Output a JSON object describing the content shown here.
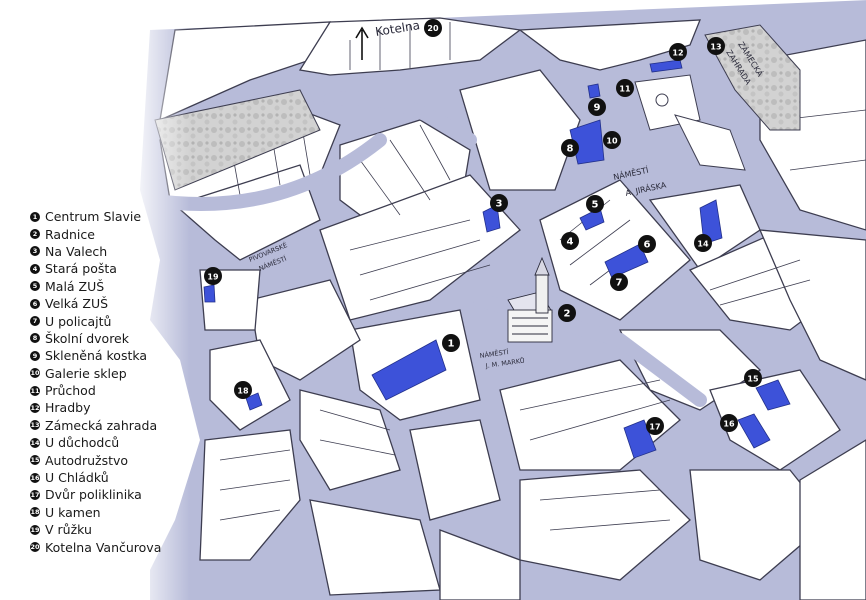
{
  "colors": {
    "street": "#b7bbd9",
    "block": "#ffffff",
    "outline": "#3d3d50",
    "highlight": "#3d52d9",
    "park": "#c7c7c7",
    "marker": "#111111"
  },
  "legend": [
    {
      "num": "1",
      "label": "Centrum Slavie"
    },
    {
      "num": "2",
      "label": "Radnice"
    },
    {
      "num": "3",
      "label": "Na Valech"
    },
    {
      "num": "4",
      "label": "Stará pošta"
    },
    {
      "num": "5",
      "label": "Malá ZUŠ"
    },
    {
      "num": "6",
      "label": "Velká ZUŠ"
    },
    {
      "num": "7",
      "label": "U policajtů"
    },
    {
      "num": "8",
      "label": "Školní dvorek"
    },
    {
      "num": "9",
      "label": "Skleněná kostka"
    },
    {
      "num": "10",
      "label": "Galerie sklep"
    },
    {
      "num": "11",
      "label": "Průchod"
    },
    {
      "num": "12",
      "label": "Hradby"
    },
    {
      "num": "13",
      "label": "Zámecká zahrada"
    },
    {
      "num": "14",
      "label": "U důchodců"
    },
    {
      "num": "15",
      "label": "Autodružstvo"
    },
    {
      "num": "16",
      "label": "U Chládků"
    },
    {
      "num": "17",
      "label": "Dvůr poliklinika"
    },
    {
      "num": "18",
      "label": "U kamen"
    },
    {
      "num": "19",
      "label": "V růžku"
    },
    {
      "num": "20",
      "label": "Kotelna Vančurova"
    }
  ],
  "map_labels": {
    "kotelna": "Kotelna",
    "kotelna_num": "20",
    "pivovarske_1": "PIVOVARSKÉ",
    "pivovarske_2": "NÁMĚSTÍ",
    "jiraska_1": "NÁMĚSTÍ",
    "jiraska_2": "A. JIRÁSKA",
    "marku_1": "NÁMĚSTÍ",
    "marku_2": "J. M. MARKŮ",
    "zamecka_1": "ZÁMECKÁ",
    "zamecka_2": "ZAHRADA"
  }
}
